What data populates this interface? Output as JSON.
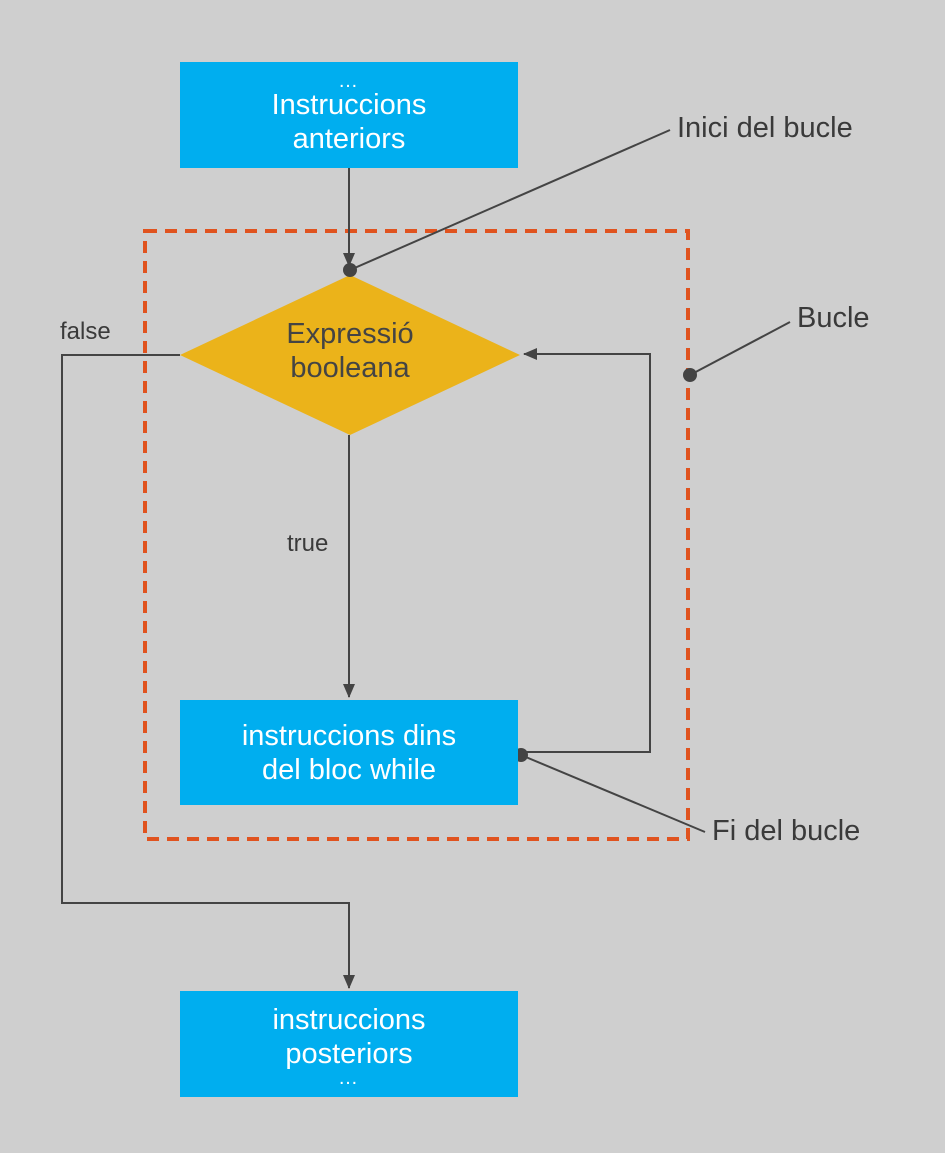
{
  "boxes": {
    "top": {
      "dots": "…",
      "line1": "Instruccions",
      "line2": "anteriors"
    },
    "loop_body": {
      "line1": "instruccions dins",
      "line2": "del bloc while"
    },
    "bottom": {
      "line1": "instruccions",
      "line2": "posteriors",
      "dots": "…"
    }
  },
  "decision": {
    "line1": "Expressió",
    "line2": "booleana"
  },
  "branches": {
    "true_label": "true",
    "false_label": "false"
  },
  "annotations": {
    "loop_start": "Inici del bucle",
    "loop": "Bucle",
    "loop_end": "Fi del bucle"
  },
  "colors": {
    "background": "#cfcfcf",
    "box": "#00aeef",
    "decision": "#ebb31a",
    "loop_border": "#e0531f",
    "line": "#444444"
  }
}
